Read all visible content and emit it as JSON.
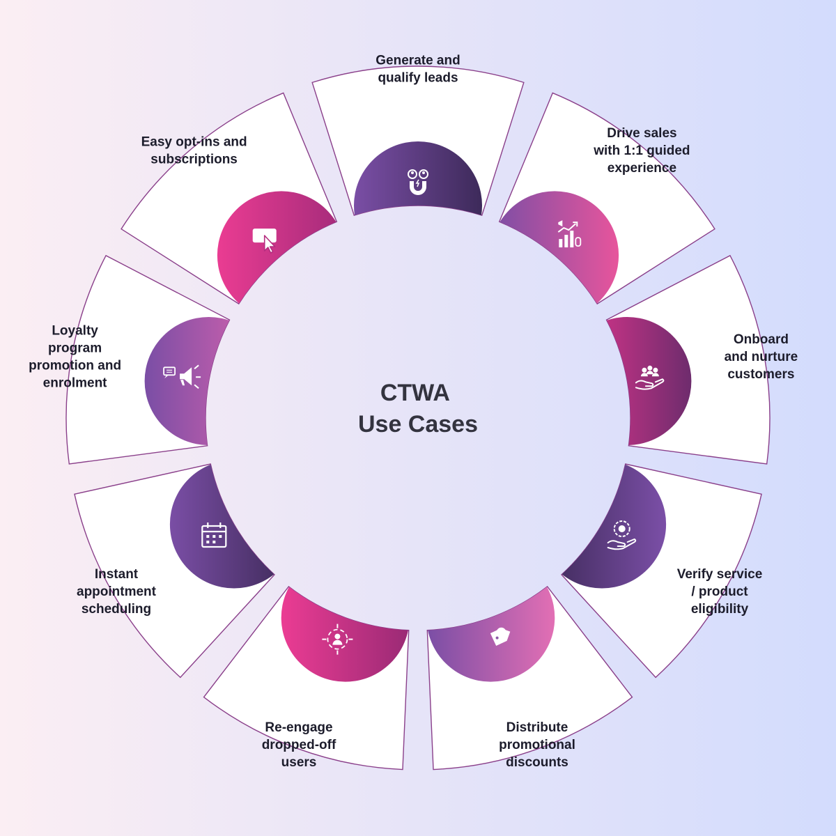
{
  "diagram": {
    "title_lines": [
      "CTWA",
      "Use Cases"
    ],
    "segments": [
      {
        "id": "generate-leads",
        "label_lines": [
          "Generate and",
          "qualify leads"
        ],
        "icon": "magnet-users-icon",
        "lobe_colors": [
          "#7a4ea5",
          "#3d2a5a"
        ]
      },
      {
        "id": "drive-sales",
        "label_lines": [
          "Drive sales",
          "with 1:1 guided",
          "experience"
        ],
        "icon": "growth-chart-icon",
        "lobe_colors": [
          "#7a4ea5",
          "#e7559c"
        ]
      },
      {
        "id": "onboard-customers",
        "label_lines": [
          "Onboard",
          "and nurture",
          "customers"
        ],
        "icon": "hand-people-icon",
        "lobe_colors": [
          "#e8368f",
          "#6e2c6d"
        ]
      },
      {
        "id": "verify-eligibility",
        "label_lines": [
          "Verify service",
          "/ product",
          "eligibility"
        ],
        "icon": "badge-hand-icon",
        "lobe_colors": [
          "#3b2855",
          "#7b4fa7"
        ]
      },
      {
        "id": "distribute-discounts",
        "label_lines": [
          "Distribute",
          "promotional",
          "discounts"
        ],
        "icon": "discount-tag-icon",
        "lobe_colors": [
          "#7a4ea5",
          "#e26fb4"
        ]
      },
      {
        "id": "reengage-users",
        "label_lines": [
          "Re-engage",
          "dropped-off",
          "users"
        ],
        "icon": "target-user-icon",
        "lobe_colors": [
          "#eb3c93",
          "#9a2a75"
        ]
      },
      {
        "id": "appointment-scheduling",
        "label_lines": [
          "Instant",
          "appointment",
          "scheduling"
        ],
        "icon": "calendar-icon",
        "lobe_colors": [
          "#7a4ea5",
          "#3b2855"
        ]
      },
      {
        "id": "loyalty-program",
        "label_lines": [
          "Loyalty",
          "program",
          "promotion and",
          "enrolment"
        ],
        "icon": "megaphone-icon",
        "lobe_colors": [
          "#7a4ea5",
          "#dd64ae"
        ]
      },
      {
        "id": "easy-opt-ins",
        "label_lines": [
          "Easy opt-ins and",
          "subscriptions"
        ],
        "icon": "click-cursor-icon",
        "lobe_colors": [
          "#ea3c92",
          "#a32b7a"
        ]
      }
    ]
  }
}
